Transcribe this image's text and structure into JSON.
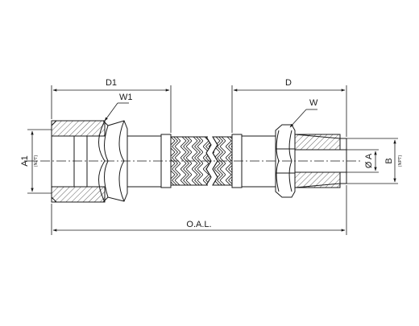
{
  "diagram": {
    "labels": {
      "d1": "D1",
      "d": "D",
      "w1": "W1",
      "w": "W",
      "a1": "A1",
      "a1_sub": "(NPT)",
      "phi_a": "Ø A",
      "b": "B",
      "b_sub": "(NPT)",
      "oal": "O.A.L."
    },
    "colors": {
      "line": "#1a1a1a",
      "background": "#ffffff"
    }
  }
}
